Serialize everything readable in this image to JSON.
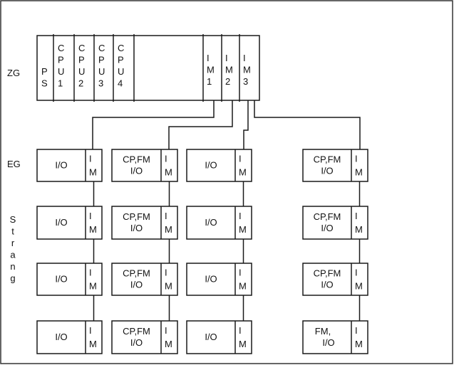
{
  "diagram": {
    "labels": {
      "central_unit": "ZG",
      "expansion_unit": "EG",
      "chain_letters": [
        "S",
        "t",
        "r",
        "a",
        "n",
        "g"
      ]
    },
    "central_rack": {
      "modules": [
        {
          "id": "ps",
          "lines": [
            "P",
            "S"
          ]
        },
        {
          "id": "cpu1",
          "lines": [
            "C",
            "P",
            "U",
            "1"
          ]
        },
        {
          "id": "cpu2",
          "lines": [
            "C",
            "P",
            "U",
            "2"
          ]
        },
        {
          "id": "cpu3",
          "lines": [
            "C",
            "P",
            "U",
            "3"
          ]
        },
        {
          "id": "cpu4",
          "lines": [
            "C",
            "P",
            "U",
            "4"
          ]
        },
        {
          "id": "empty",
          "lines": []
        },
        {
          "id": "im1",
          "lines": [
            "I",
            "M",
            "1"
          ]
        },
        {
          "id": "im2",
          "lines": [
            "I",
            "M",
            "2"
          ]
        },
        {
          "id": "im3",
          "lines": [
            "I",
            "M",
            "3"
          ]
        }
      ]
    },
    "interface_label": [
      "I",
      "M"
    ],
    "chains": [
      {
        "source": "IM 1",
        "units": [
          [
            "I/O"
          ],
          [
            "I/O"
          ],
          [
            "I/O"
          ],
          [
            "I/O"
          ]
        ]
      },
      {
        "source": "IM 2",
        "units": [
          [
            "CP,FM",
            "I/O"
          ],
          [
            "CP,FM",
            "I/O"
          ],
          [
            "CP,FM",
            "I/O"
          ],
          [
            "CP,FM",
            "I/O"
          ]
        ]
      },
      {
        "source": "IM 3",
        "units": [
          [
            "I/O"
          ],
          [
            "I/O"
          ],
          [
            "I/O"
          ],
          [
            "I/O"
          ]
        ]
      },
      {
        "source": "IM 3",
        "units": [
          [
            "CP,FM",
            "I/O"
          ],
          [
            "CP,FM",
            "I/O"
          ],
          [
            "CP,FM",
            "I/O"
          ],
          [
            "FM,",
            "I/O"
          ]
        ]
      }
    ],
    "colors": {
      "line": "#1a1a1a",
      "background": "#ffffff",
      "border": "#333333"
    }
  }
}
